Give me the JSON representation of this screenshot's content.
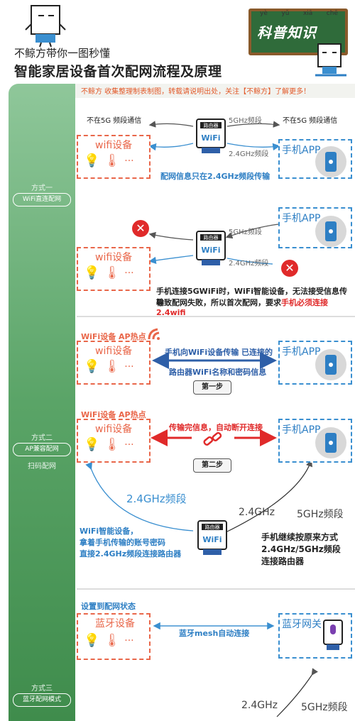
{
  "header": {
    "subtitle": "不鲸方带你一图秒懂",
    "title": "智能家居设备首次配网流程及原理",
    "board_pinyin": [
      "yè",
      "yǔ",
      "xiā",
      "chē"
    ],
    "board_text": "科普知识",
    "notice": "不鲸方 收集整理制表制图，转载请说明出处，关注【不鲸方】了解更多！"
  },
  "sidebar": {
    "method1": {
      "small": "方式一",
      "pill": "WiFi直连配网"
    },
    "method2": {
      "small": "方式二",
      "pill": "AP兼容配网",
      "extra": "扫码配网"
    },
    "method3": {
      "small": "方式三",
      "pill": "蓝牙配网模式"
    }
  },
  "section1": {
    "left_top": "不在5G 频段通信",
    "right_top": "不在5G 频段通信",
    "band5": "5GHz频段",
    "band24": "2.4GHz频段",
    "wifi_device": "wifi设备",
    "phone_app": "手机APP",
    "note": "配网信息只在2.4GHz频段传输",
    "band5_b": "5GHz频段",
    "band24_b": "2.4GHz频段",
    "wifi_device_b": "wifi设备",
    "phone_app_b": "手机APP",
    "note_b1": "手机连接5GWiFi时，WiFi智能设备，无法接受信息传输",
    "note_b2": "导致配网失败，所以首次配网，要求",
    "note_b3": "手机必须连接2.4wifi"
  },
  "section2": {
    "ap_label1": "WiFi设备 AP热点",
    "wifi_device1": "wifi设备",
    "phone_app1": "手机APP",
    "msg1a": "手机向WiFi设备传输 已连接的",
    "msg1b": "路由器WiFi名称和密码信息",
    "step1": "第一步",
    "ap_label2": "WiFi设备 AP热点",
    "wifi_device2": "wifi设备",
    "phone_app2": "手机APP",
    "msg2": "传输完信息，自动断开连接",
    "step2": "第二步",
    "band24": "2.4GHz频段",
    "band24_right": "2.4GHz",
    "band5_right": "5GHz频段",
    "left_note1": "WiFi智能设备，",
    "left_note2": "拿着手机传输的账号密码",
    "left_note3": "直接2.4GHz频段连接路由器",
    "right_note1": "手机继续按原来方式",
    "right_note2": "2.4GHz/5GHz频段",
    "right_note3": "连接路由器"
  },
  "section3": {
    "status": "设置到配网状态",
    "bt_device": "蓝牙设备",
    "bt_gateway": "蓝牙网关",
    "mesh": "蓝牙mesh自动连接",
    "band24": "2.4GHz",
    "band5": "5GHz频段"
  },
  "router_label": "路由器",
  "router_wifi": "WiFi",
  "colors": {
    "orange": "#e9674a",
    "blue": "#2e7fc4",
    "red": "#e02a2a",
    "green": "#5aa467"
  }
}
